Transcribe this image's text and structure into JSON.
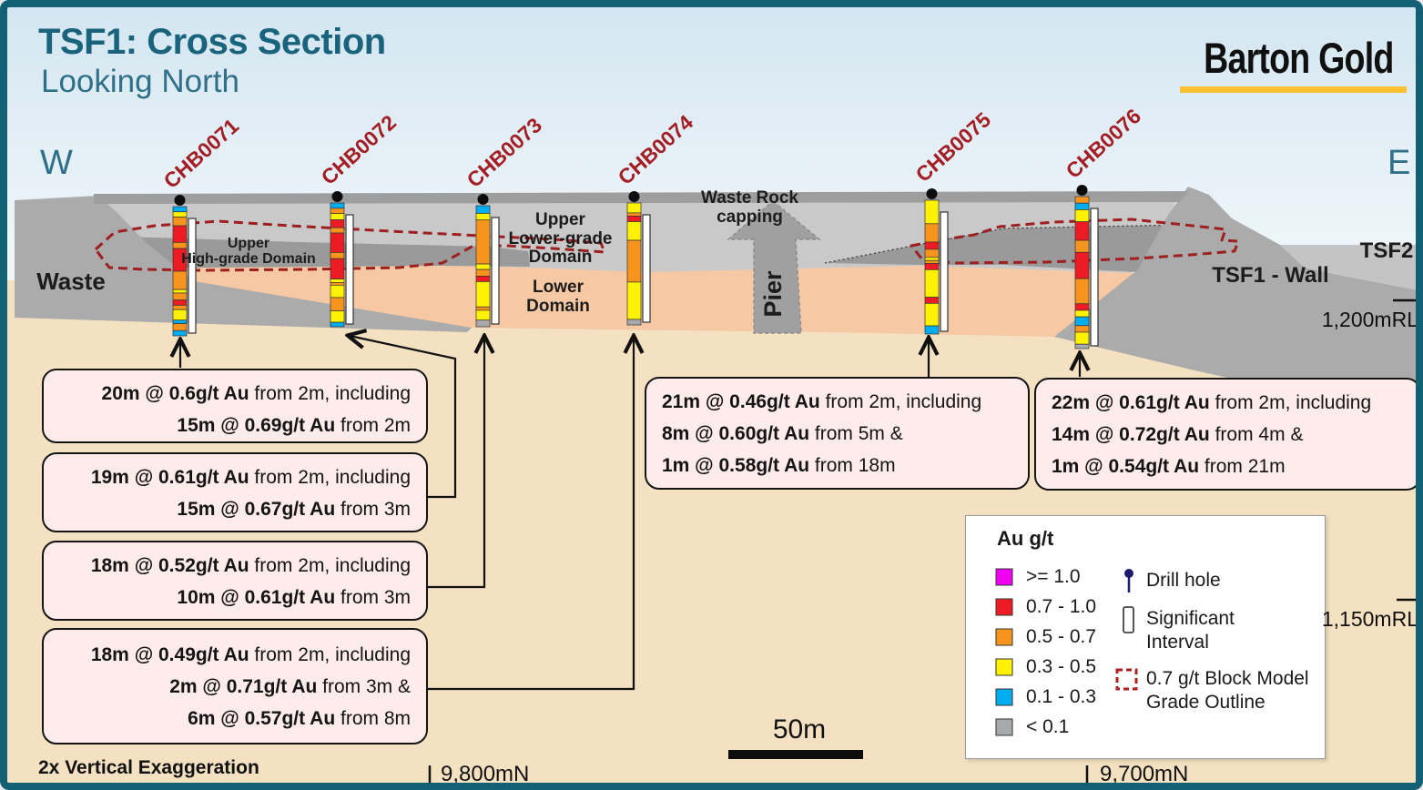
{
  "title": {
    "main": "TSF1: Cross Section",
    "sub": "Looking North"
  },
  "logo": {
    "text": "Barton Gold"
  },
  "compass": {
    "west": "W",
    "east": "E"
  },
  "palette": {
    "magenta": "#f200f2",
    "red": "#ed1c24",
    "orange": "#f7941e",
    "yellow": "#fff200",
    "blue": "#00aeef",
    "gray": "#a7a9ac"
  },
  "drillholes": [
    {
      "id": "CHB0071",
      "segments": [
        [
          "blue",
          6
        ],
        [
          "yellow",
          6
        ],
        [
          "orange",
          10
        ],
        [
          "red",
          19
        ],
        [
          "orange",
          7
        ],
        [
          "red",
          26
        ],
        [
          "orange",
          21
        ],
        [
          "yellow",
          4
        ],
        [
          "orange",
          8
        ],
        [
          "red",
          6
        ],
        [
          "orange",
          5
        ],
        [
          "yellow",
          12
        ],
        [
          "blue",
          4
        ],
        [
          "orange",
          8
        ],
        [
          "blue",
          6
        ]
      ]
    },
    {
      "id": "CHB0072",
      "segments": [
        [
          "blue",
          6
        ],
        [
          "orange",
          6
        ],
        [
          "yellow",
          7
        ],
        [
          "red",
          9
        ],
        [
          "orange",
          6
        ],
        [
          "red",
          22
        ],
        [
          "orange",
          7
        ],
        [
          "red",
          23
        ],
        [
          "yellow",
          4
        ],
        [
          "orange",
          3
        ],
        [
          "yellow",
          14
        ],
        [
          "orange",
          15
        ],
        [
          "yellow",
          13
        ],
        [
          "blue",
          5
        ]
      ]
    },
    {
      "id": "CHB0073",
      "segments": [
        [
          "blue",
          7
        ],
        [
          "yellow",
          6
        ],
        [
          "orange",
          40
        ],
        [
          "yellow",
          5
        ],
        [
          "orange",
          6
        ],
        [
          "red",
          5
        ],
        [
          "yellow",
          23
        ],
        [
          "orange",
          3
        ],
        [
          "yellow",
          9
        ],
        [
          "gray",
          6
        ]
      ]
    },
    {
      "id": "CHB0074",
      "segments": [
        [
          "yellow",
          9
        ],
        [
          "orange",
          3
        ],
        [
          "red",
          5
        ],
        [
          "yellow",
          17
        ],
        [
          "orange",
          38
        ],
        [
          "yellow",
          34
        ],
        [
          "gray",
          5
        ]
      ]
    },
    {
      "id": "CHB0075",
      "segments": [
        [
          "yellow",
          23
        ],
        [
          "orange",
          18
        ],
        [
          "red",
          7
        ],
        [
          "orange",
          8
        ],
        [
          "yellow",
          3
        ],
        [
          "orange",
          3
        ],
        [
          "red",
          6
        ],
        [
          "yellow",
          27
        ],
        [
          "red",
          6
        ],
        [
          "yellow",
          22
        ],
        [
          "blue",
          8
        ]
      ]
    },
    {
      "id": "CHB0076",
      "segments": [
        [
          "orange",
          6
        ],
        [
          "blue",
          6
        ],
        [
          "yellow",
          11
        ],
        [
          "red",
          17
        ],
        [
          "orange",
          11
        ],
        [
          "red",
          24
        ],
        [
          "orange",
          23
        ],
        [
          "red",
          6
        ],
        [
          "yellow",
          6
        ],
        [
          "blue",
          8
        ],
        [
          "orange",
          6
        ],
        [
          "yellow",
          11
        ],
        [
          "gray",
          4
        ]
      ]
    }
  ],
  "terrain_labels": {
    "waste": "Waste",
    "capping": "Waste Rock capping",
    "pier": "Pier",
    "tsf1_wall": "TSF1 - Wall",
    "tsf2": "TSF2",
    "upper_hg": [
      "Upper",
      "High-grade Domain"
    ],
    "upper_lg": [
      "Upper",
      "Lower-grade",
      "Domain"
    ],
    "lower": [
      "Lower",
      "Domain"
    ]
  },
  "callouts": [
    {
      "align": "right",
      "lines": [
        [
          "20m @ 0.6g/t Au",
          " from 2m, including"
        ],
        [
          "15m @ 0.69g/t Au",
          " from 2m"
        ]
      ]
    },
    {
      "align": "right",
      "lines": [
        [
          "19m @ 0.61g/t Au",
          " from 2m, including"
        ],
        [
          "15m @ 0.67g/t Au",
          " from 3m"
        ]
      ]
    },
    {
      "align": "right",
      "lines": [
        [
          "18m @ 0.52g/t Au",
          " from 2m, including"
        ],
        [
          "10m @ 0.61g/t Au",
          " from 3m"
        ]
      ]
    },
    {
      "align": "right",
      "lines": [
        [
          "18m @ 0.49g/t Au",
          " from 2m, including"
        ],
        [
          "2m @ 0.71g/t Au",
          " from 3m &"
        ],
        [
          "6m @ 0.57g/t Au",
          " from 8m"
        ]
      ]
    },
    {
      "align": "left",
      "lines": [
        [
          "21m @ 0.46g/t Au",
          " from 2m, including"
        ],
        [
          "8m @ 0.60g/t Au",
          " from 5m &"
        ],
        [
          "1m @ 0.58g/t Au",
          " from 18m"
        ]
      ]
    },
    {
      "align": "left",
      "lines": [
        [
          "22m @ 0.61g/t Au",
          " from 2m, including"
        ],
        [
          "14m @ 0.72g/t Au",
          " from 4m &"
        ],
        [
          "1m @ 0.54g/t Au",
          " from 21m"
        ]
      ]
    }
  ],
  "legend": {
    "title": "Au g/t",
    "grades": [
      {
        "label": ">= 1.0",
        "color": "#f200f2"
      },
      {
        "label": "0.7 - 1.0",
        "color": "#ed1c24"
      },
      {
        "label": "0.5 - 0.7",
        "color": "#f7941e"
      },
      {
        "label": "0.3 - 0.5",
        "color": "#fff200"
      },
      {
        "label": "0.1 - 0.3",
        "color": "#00aeef"
      },
      {
        "label": "< 0.1",
        "color": "#a7a9ac"
      }
    ],
    "symbols": [
      {
        "icon": "drill-hole",
        "lines": [
          "Drill hole"
        ]
      },
      {
        "icon": "significant-interval",
        "lines": [
          "Significant",
          "Interval"
        ]
      },
      {
        "icon": "block-model-outline",
        "lines": [
          "0.7 g/t Block Model",
          "Grade Outline"
        ]
      }
    ]
  },
  "grid": {
    "mn_left": "9,800mN",
    "mn_right": "9,700mN",
    "mrl_upper": "1,200mRL",
    "mrl_lower": "1,150mRL"
  },
  "scale": {
    "label": "50m"
  },
  "footnote": {
    "vertical_exaggeration": "2x Vertical Exaggeration"
  }
}
